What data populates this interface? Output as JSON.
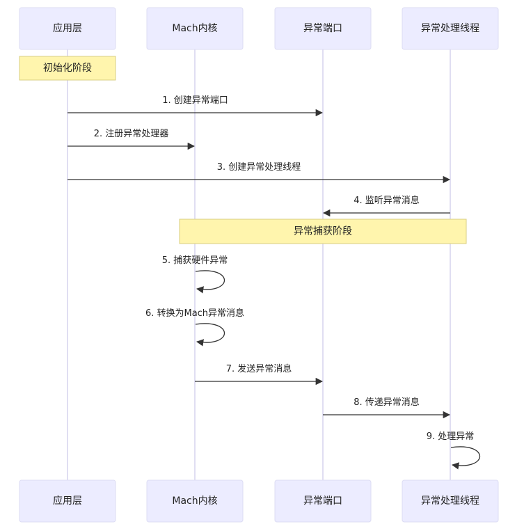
{
  "participants": [
    {
      "id": "app",
      "label": "应用层"
    },
    {
      "id": "kernel",
      "label": "Mach内核"
    },
    {
      "id": "port",
      "label": "异常端口"
    },
    {
      "id": "thread",
      "label": "异常处理线程"
    }
  ],
  "notes": [
    {
      "id": "init",
      "text": "初始化阶段",
      "over": [
        "app"
      ]
    },
    {
      "id": "capture",
      "text": "异常捕获阶段",
      "over": [
        "kernel",
        "thread"
      ]
    }
  ],
  "messages": [
    {
      "from": "app",
      "to": "port",
      "text": "1. 创建异常端口"
    },
    {
      "from": "app",
      "to": "kernel",
      "text": "2. 注册异常处理器"
    },
    {
      "from": "app",
      "to": "thread",
      "text": "3. 创建异常处理线程"
    },
    {
      "from": "thread",
      "to": "port",
      "text": "4. 监听异常消息"
    },
    {
      "from": "kernel",
      "to": "kernel",
      "text": "5. 捕获硬件异常"
    },
    {
      "from": "kernel",
      "to": "kernel",
      "text": "6. 转换为Mach异常消息"
    },
    {
      "from": "kernel",
      "to": "port",
      "text": "7. 发送异常消息"
    },
    {
      "from": "port",
      "to": "thread",
      "text": "8. 传递异常消息"
    },
    {
      "from": "thread",
      "to": "thread",
      "text": "9. 处理异常"
    }
  ],
  "colors": {
    "actor_fill": "#ECECFF",
    "actor_border": "#DCDCF3",
    "lifeline": "#D6D4EE",
    "note_fill": "#FFF5AD",
    "note_border": "#D8CF83",
    "message_line": "#333333",
    "text": "#222222"
  }
}
